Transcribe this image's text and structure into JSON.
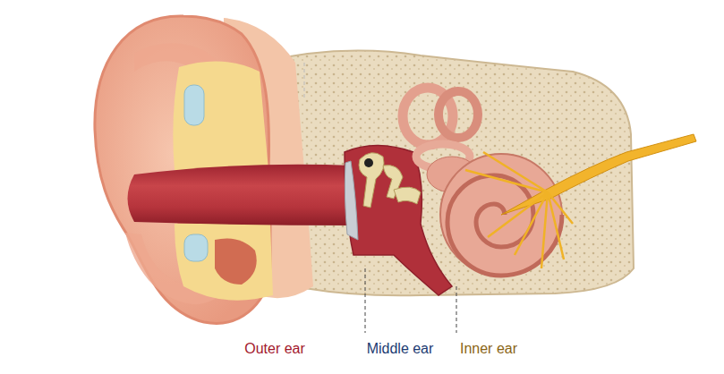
{
  "diagram": {
    "labels": [
      "Outer ear",
      "Middle ear",
      "Inner ear"
    ]
  }
}
